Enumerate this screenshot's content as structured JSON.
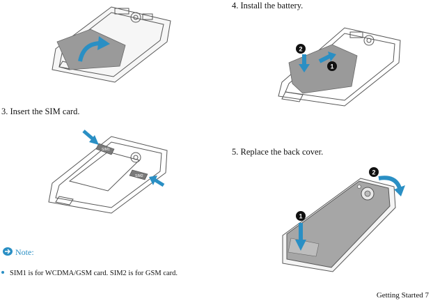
{
  "steps": {
    "step3": "3. Insert the SIM card.",
    "step4": "4. Install the battery.",
    "step5": "5. Replace the back cover."
  },
  "illustrations": {
    "sim_label_1": "SIM1",
    "sim_label_2": "SIM2",
    "callout_1": "1",
    "callout_2": "2",
    "callout_1b": "1",
    "callout_2b": "2"
  },
  "note": {
    "label": "Note:",
    "bullet": "SIM1 is for WCDMA/GSM card. SIM2 is for GSM card."
  },
  "footer": {
    "page": "Getting Started 7"
  },
  "colors": {
    "arrow": "#2a8fc4",
    "battery": "#9a9a9a",
    "cover": "#a6a6a6",
    "outline": "#555555"
  },
  "icons": {
    "note_icon": "note-icon"
  }
}
